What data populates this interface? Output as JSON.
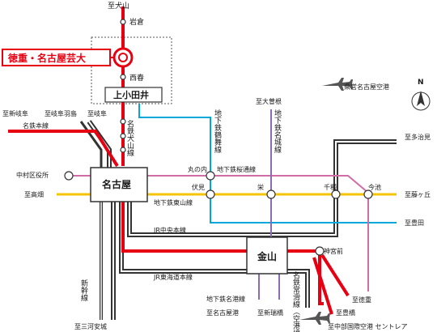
{
  "colors": {
    "meitetsu": "#e60012",
    "jr": "#333333",
    "higashiyama": "#f5c400",
    "sakuradori": "#d06da6",
    "tsurumai": "#00a7db",
    "meijo": "#8a6bb8",
    "meiko": "#8a6bb8"
  },
  "highlight_station": "徳重・名古屋芸大",
  "stations": {
    "nagoya": "名古屋",
    "kanayama": "金山",
    "kamiotai": "上小田井",
    "inuyama": "至犬山",
    "iwakura": "岩倉",
    "nishiharu": "西春",
    "marunouchi": "丸の内",
    "fushimi": "伏見",
    "sakae": "栄",
    "chikusa": "千種",
    "imaike": "今池",
    "jingumae": "神宮前",
    "nakamura_kuyakusho": "中村区役所"
  },
  "destinations": {
    "shingifu": "至新岐阜",
    "gifu_hashima": "至岐阜羽島",
    "gifu": "至岐阜",
    "takabata": "至高畑",
    "ozone": "至大曽根",
    "tajimi": "至多治見",
    "fujigaoka": "至藤ヶ丘",
    "toyota": "至豊田",
    "tokushige": "至徳重",
    "toyohashi": "至豊橋",
    "mikawa_anjo": "至三河安城",
    "nagoyako": "至名古屋港",
    "shinmizuho": "至新瑞橋",
    "chubu_airport": "至中部国際空港 セントレア"
  },
  "lines": {
    "meitetsu_honsen": "名鉄本線",
    "meitetsu_inuyama": "名鉄犬山線",
    "tsurumai": "地下鉄鶴舞線",
    "meijo": "地下鉄名城線",
    "sakuradori": "地下鉄桜通線",
    "higashiyama": "地下鉄東山線",
    "jr_chuo": "JR中央本線",
    "jr_tokaido": "JR東海道本線",
    "shinkansen": "新幹線",
    "meiko": "地下鉄名港線",
    "tokoname": "名鉄常滑線（空港線）"
  },
  "airport": "県営名古屋空港",
  "compass": "N"
}
